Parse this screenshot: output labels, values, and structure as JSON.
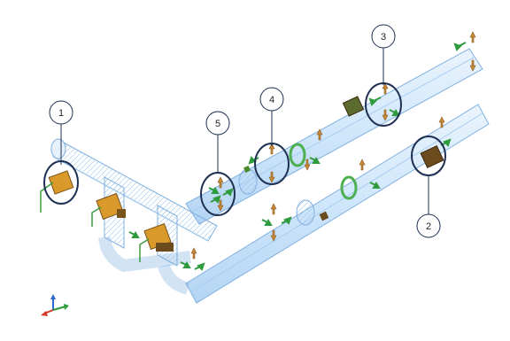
{
  "callouts": [
    {
      "id": "1",
      "label": "1"
    },
    {
      "id": "2",
      "label": "2"
    },
    {
      "id": "3",
      "label": "3"
    },
    {
      "id": "4",
      "label": "4"
    },
    {
      "id": "5",
      "label": "5"
    }
  ],
  "colors": {
    "pipe_fill": "#cfe6fb",
    "pipe_stroke": "#7fb0e0",
    "callout_ring": "#1e2f52",
    "valve_gold": "#d99a2b",
    "valve_brown": "#6b4a1e",
    "clamp_green": "#4caf50",
    "support_tan": "#c88a3a",
    "arrow_green": "#2e9b3d"
  },
  "icons": {
    "axis_triad": "axis-triad-icon"
  }
}
